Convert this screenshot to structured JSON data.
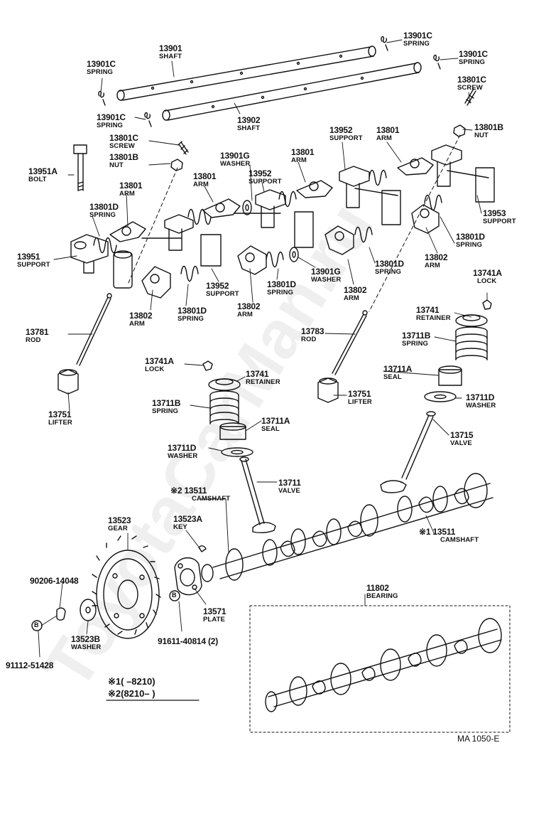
{
  "diagram_code": "MA  1050-E",
  "watermark": "ToyotaCarMan.ru",
  "footnotes": {
    "f1": "※1(      –8210)",
    "f2": "※2(8210–       )"
  },
  "labels": [
    {
      "id": "l13901",
      "num": "13901",
      "desc": "SHAFT"
    },
    {
      "id": "l13901c_a",
      "num": "13901C",
      "desc": "SPRING"
    },
    {
      "id": "l13901c_b",
      "num": "13901C",
      "desc": "SPRING"
    },
    {
      "id": "l13901c_c",
      "num": "13901C",
      "desc": "SPRING"
    },
    {
      "id": "l13901c_d",
      "num": "13901C",
      "desc": "SPRING"
    },
    {
      "id": "l13902",
      "num": "13902",
      "desc": "SHAFT"
    },
    {
      "id": "l13801c_a",
      "num": "13801C",
      "desc": "SCREW"
    },
    {
      "id": "l13801b_a",
      "num": "13801B",
      "desc": "NUT"
    },
    {
      "id": "l13801c_b",
      "num": "13801C",
      "desc": "SCREW"
    },
    {
      "id": "l13801b_b",
      "num": "13801B",
      "desc": "NUT"
    },
    {
      "id": "l13951a",
      "num": "13951A",
      "desc": "BOLT"
    },
    {
      "id": "l13901g_a",
      "num": "13901G",
      "desc": "WASHER"
    },
    {
      "id": "l13952_a",
      "num": "13952",
      "desc": "SUPPORT"
    },
    {
      "id": "l13801_a",
      "num": "13801",
      "desc": "ARM"
    },
    {
      "id": "l13952_b",
      "num": "13952",
      "desc": "SUPPORT"
    },
    {
      "id": "l13801_b",
      "num": "13801",
      "desc": "ARM"
    },
    {
      "id": "l13801_c",
      "num": "13801",
      "desc": "ARM"
    },
    {
      "id": "l13801_d",
      "num": "13801",
      "desc": "ARM"
    },
    {
      "id": "l13801d_a",
      "num": "13801D",
      "desc": "SPRING"
    },
    {
      "id": "l13953",
      "num": "13953",
      "desc": "SUPPORT"
    },
    {
      "id": "l13951",
      "num": "13951",
      "desc": "SUPPORT"
    },
    {
      "id": "l13801d_b",
      "num": "13801D",
      "desc": "SPRING"
    },
    {
      "id": "l13802_a",
      "num": "13802",
      "desc": "ARM"
    },
    {
      "id": "l13801d_c",
      "num": "13801D",
      "desc": "SPRING"
    },
    {
      "id": "l13952_c",
      "num": "13952",
      "desc": "SUPPORT"
    },
    {
      "id": "l13802_b",
      "num": "13802",
      "desc": "ARM"
    },
    {
      "id": "l13801d_d",
      "num": "13801D",
      "desc": "SPRING"
    },
    {
      "id": "l13801d_e",
      "num": "13801D",
      "desc": "SPRING"
    },
    {
      "id": "l13901g_b",
      "num": "13901G",
      "desc": "WASHER"
    },
    {
      "id": "l13802_c",
      "num": "13802",
      "desc": "ARM"
    },
    {
      "id": "l13802_d",
      "num": "13802",
      "desc": "ARM"
    },
    {
      "id": "l13741a_a",
      "num": "13741A",
      "desc": "LOCK"
    },
    {
      "id": "l13781",
      "num": "13781",
      "desc": "ROD"
    },
    {
      "id": "l13741_a",
      "num": "13741",
      "desc": "RETAINER"
    },
    {
      "id": "l13783",
      "num": "13783",
      "desc": "ROD"
    },
    {
      "id": "l13711b_a",
      "num": "13711B",
      "desc": "SPRING"
    },
    {
      "id": "l13741a_b",
      "num": "13741A",
      "desc": "LOCK"
    },
    {
      "id": "l13741_b",
      "num": "13741",
      "desc": "RETAINER"
    },
    {
      "id": "l13711a_a",
      "num": "13711A",
      "desc": "SEAL"
    },
    {
      "id": "l13751_a",
      "num": "13751",
      "desc": "LIFTER"
    },
    {
      "id": "l13751_b",
      "num": "13751",
      "desc": "LIFTER"
    },
    {
      "id": "l13711d_a",
      "num": "13711D",
      "desc": "WASHER"
    },
    {
      "id": "l13711b_b",
      "num": "13711B",
      "desc": "SPRING"
    },
    {
      "id": "l13711a_b",
      "num": "13711A",
      "desc": "SEAL"
    },
    {
      "id": "l13715",
      "num": "13715",
      "desc": "VALVE"
    },
    {
      "id": "l13711d_b",
      "num": "13711D",
      "desc": "WASHER"
    },
    {
      "id": "l13711",
      "num": "13711",
      "desc": "VALVE"
    },
    {
      "id": "l13511_b",
      "num": "※2 13511",
      "desc": "CAMSHAFT"
    },
    {
      "id": "l13523",
      "num": "13523",
      "desc": "GEAR"
    },
    {
      "id": "l13523a",
      "num": "13523A",
      "desc": "KEY"
    },
    {
      "id": "l13511_a",
      "num": "※1 13511",
      "desc": "CAMSHAFT"
    },
    {
      "id": "l11802",
      "num": "11802",
      "desc": "BEARING"
    },
    {
      "id": "l90206",
      "num": "90206-14048",
      "desc": ""
    },
    {
      "id": "l13571",
      "num": "13571",
      "desc": "PLATE"
    },
    {
      "id": "l13523b",
      "num": "13523B",
      "desc": "WASHER"
    },
    {
      "id": "l91611",
      "num": "91611-40814 (2)",
      "desc": ""
    },
    {
      "id": "l91112",
      "num": "91112-51428",
      "desc": ""
    }
  ],
  "bolt_marker": "B"
}
